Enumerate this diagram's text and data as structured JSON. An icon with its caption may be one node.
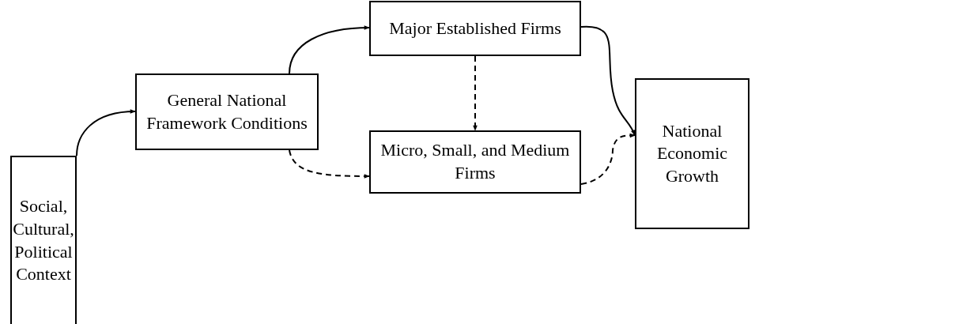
{
  "diagram": {
    "nodes": [
      {
        "text": [
          "Social, Cultural, Political Context"
        ]
      },
      {
        "text": [
          "General National Framework Conditions"
        ]
      },
      {
        "text": [
          "Major Established Firms"
        ]
      },
      {
        "text": [
          "Micro, Small, and Medium Firms"
        ]
      },
      {
        "text": [
          "National Economic Growth"
        ]
      }
    ],
    "edges": [
      {
        "from": 0,
        "to": 1,
        "arrow": "to"
      },
      {
        "from": 1,
        "to": 2,
        "arrow": "to"
      },
      {
        "from": 2,
        "to": 3,
        "arrow": "to",
        "style": "dashed"
      },
      {
        "from": 1,
        "to": 3,
        "arrow": "to",
        "style": "dashed"
      },
      {
        "from": 2,
        "to": 4,
        "arrow": "to"
      },
      {
        "from": 3,
        "to": 4,
        "arrow": "to",
        "style": "dashed"
      }
    ]
  }
}
